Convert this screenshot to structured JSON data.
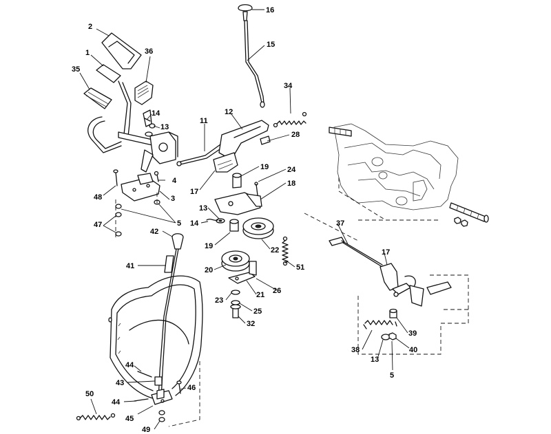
{
  "callouts": [
    {
      "id": "c16",
      "text": "16"
    },
    {
      "id": "c15",
      "text": "15"
    },
    {
      "id": "c2",
      "text": "2"
    },
    {
      "id": "c1",
      "text": "1"
    },
    {
      "id": "c36",
      "text": "36"
    },
    {
      "id": "c35",
      "text": "35"
    },
    {
      "id": "c34",
      "text": "34"
    },
    {
      "id": "c12",
      "text": "12"
    },
    {
      "id": "c14a",
      "text": "14"
    },
    {
      "id": "c13a",
      "text": "13"
    },
    {
      "id": "c11",
      "text": "11"
    },
    {
      "id": "c28",
      "text": "28"
    },
    {
      "id": "c19a",
      "text": "19"
    },
    {
      "id": "c24",
      "text": "24"
    },
    {
      "id": "c18",
      "text": "18"
    },
    {
      "id": "c17a",
      "text": "17"
    },
    {
      "id": "c4",
      "text": "4"
    },
    {
      "id": "c48",
      "text": "48"
    },
    {
      "id": "c3",
      "text": "3"
    },
    {
      "id": "c5a",
      "text": "5"
    },
    {
      "id": "c47",
      "text": "47"
    },
    {
      "id": "c13b",
      "text": "13"
    },
    {
      "id": "c14b",
      "text": "14"
    },
    {
      "id": "c42",
      "text": "42"
    },
    {
      "id": "c19b",
      "text": "19"
    },
    {
      "id": "c22",
      "text": "22"
    },
    {
      "id": "c51",
      "text": "51"
    },
    {
      "id": "c37",
      "text": "37"
    },
    {
      "id": "c17b",
      "text": "17"
    },
    {
      "id": "c41",
      "text": "41"
    },
    {
      "id": "c20",
      "text": "20"
    },
    {
      "id": "c21",
      "text": "21"
    },
    {
      "id": "c26",
      "text": "26"
    },
    {
      "id": "c23",
      "text": "23"
    },
    {
      "id": "c25",
      "text": "25"
    },
    {
      "id": "c32",
      "text": "32"
    },
    {
      "id": "c39",
      "text": "39"
    },
    {
      "id": "c38",
      "text": "38"
    },
    {
      "id": "c13c",
      "text": "13"
    },
    {
      "id": "c40",
      "text": "40"
    },
    {
      "id": "c5b",
      "text": "5"
    },
    {
      "id": "c44a",
      "text": "44"
    },
    {
      "id": "c43",
      "text": "43"
    },
    {
      "id": "c46",
      "text": "46"
    },
    {
      "id": "c50",
      "text": "50"
    },
    {
      "id": "c44b",
      "text": "44"
    },
    {
      "id": "c45",
      "text": "45"
    },
    {
      "id": "c49",
      "text": "49"
    }
  ]
}
